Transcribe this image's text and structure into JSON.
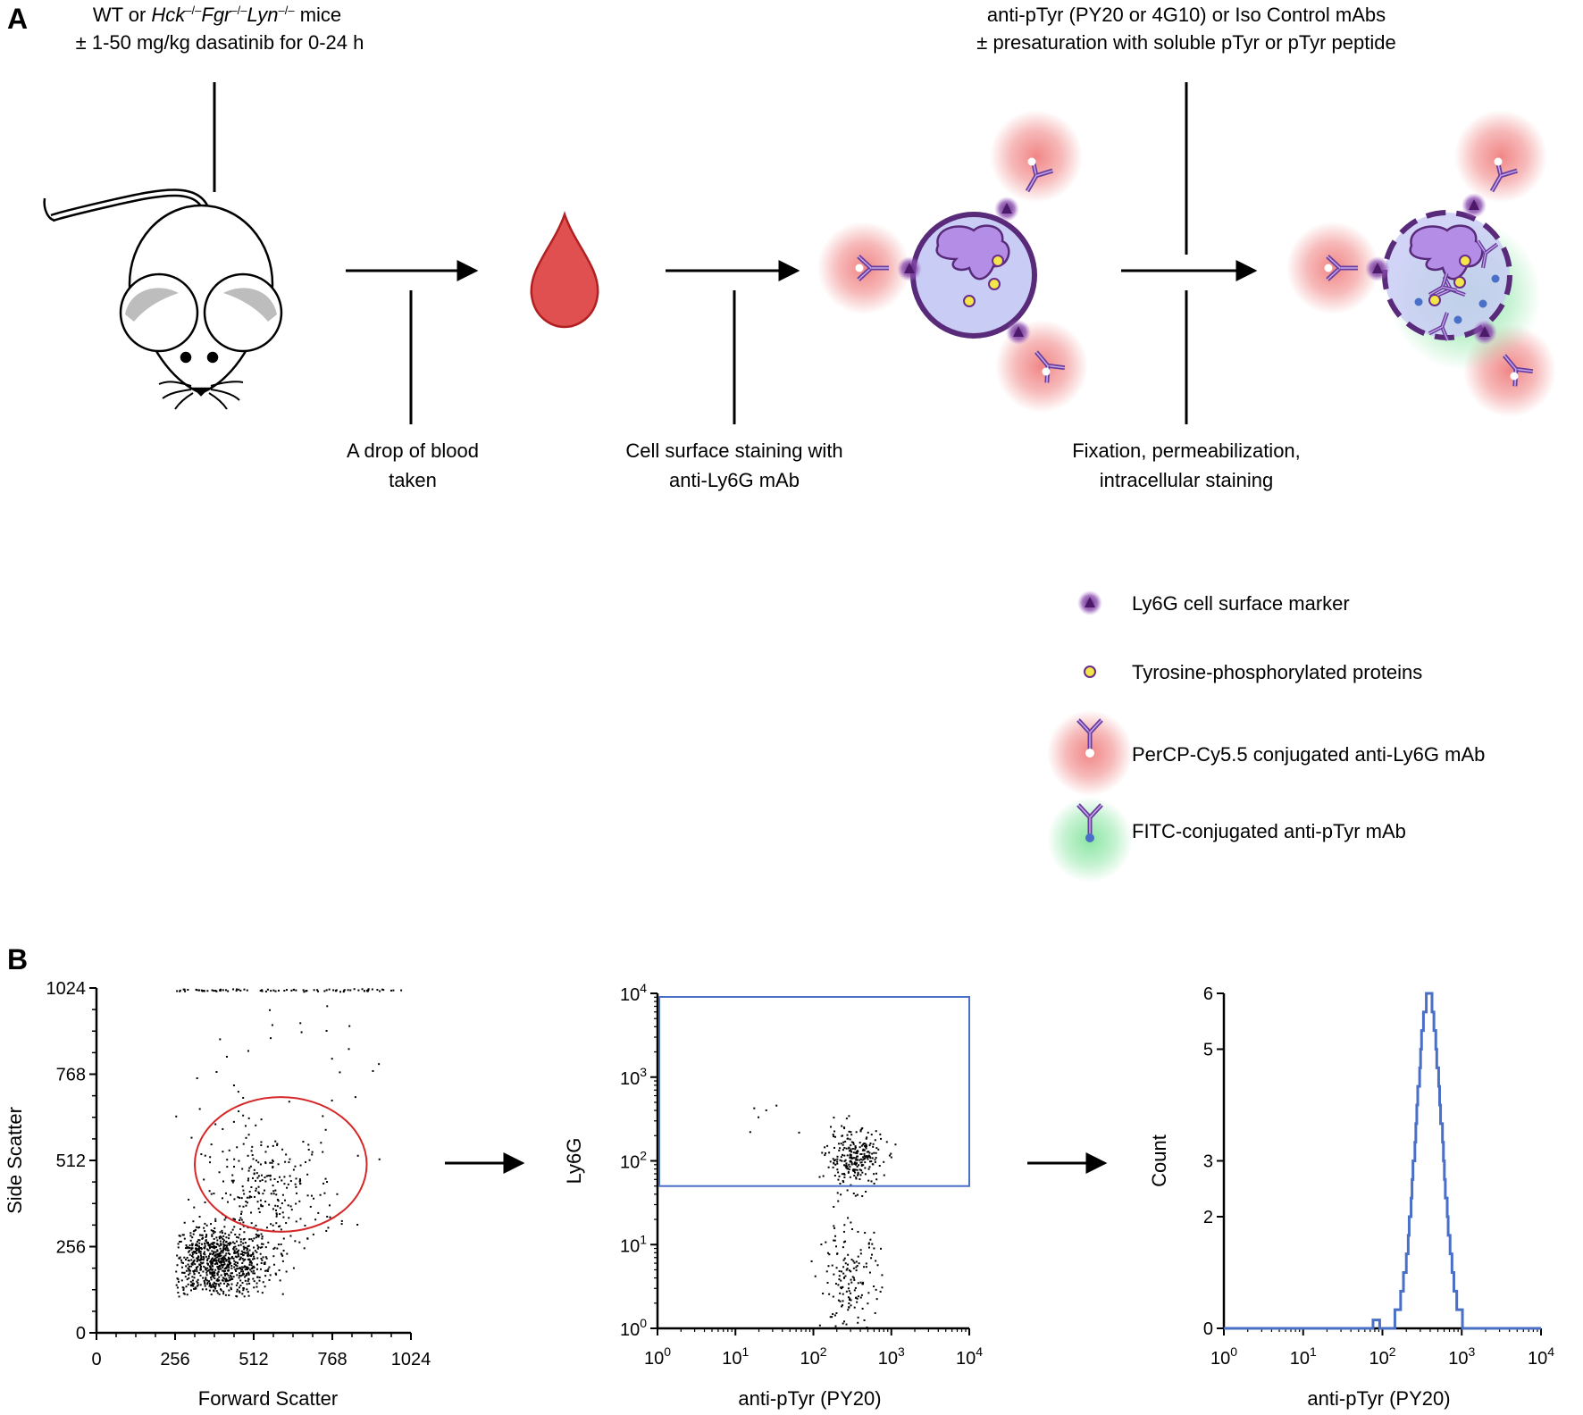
{
  "panels": {
    "a": "A",
    "b": "B"
  },
  "panel_a": {
    "mouse_label_line1_prefix": "WT or ",
    "mouse_label_hck": "Hck",
    "mouse_label_fgr": "Fgr",
    "mouse_label_lyn": "Lyn",
    "mouse_label_ko_sup": "–/–",
    "mouse_label_line1_suffix": " mice",
    "mouse_label_line2": "± 1-50 mg/kg dasatinib for 0-24 h",
    "step1_line1": "A drop of blood",
    "step1_line2": "taken",
    "step2_line1": "Cell surface staining with",
    "step2_line2": "anti-Ly6G mAb",
    "step3_top_line1": "anti-pTyr (PY20 or 4G10) or Iso Control mAbs",
    "step3_top_line2": "± presaturation with soluble pTyr or pTyr peptide",
    "step3_bottom_line1": "Fixation, permeabilization,",
    "step3_bottom_line2": "intracellular staining",
    "legend": [
      {
        "icon": "ly6g-marker-icon",
        "label": "Ly6G cell surface marker"
      },
      {
        "icon": "ptyr-protein-icon",
        "label": "Tyrosine-phosphorylated proteins"
      },
      {
        "icon": "percp-antibody-icon",
        "label": "PerCP-Cy5.5 conjugated anti-Ly6G mAb"
      },
      {
        "icon": "fitc-antibody-icon",
        "label": "FITC-conjugated anti-pTyr mAb"
      }
    ],
    "colors": {
      "cell_fill": "#c9cdf5",
      "cell_border": "#5a2a7a",
      "nucleus": "#b48ee6",
      "ly6g": "#6a2d8a",
      "percp_glow": "#f08080",
      "fitc_glow": "#7fe39a",
      "protein": "#f2e64a",
      "blood": "#e05050"
    }
  },
  "chart_data": [
    {
      "type": "scatter",
      "xlabel": "Forward Scatter",
      "ylabel": "Side Scatter",
      "xlim": [
        0,
        1024
      ],
      "ylim": [
        0,
        1024
      ],
      "xticks": [
        "0",
        "256",
        "512",
        "768",
        "1024"
      ],
      "yticks": [
        "0",
        "256",
        "512",
        "768",
        "1024"
      ],
      "gate": {
        "shape": "ellipse",
        "center": [
          600,
          500
        ],
        "radius_x": 280,
        "radius_y": 200,
        "color": "#d62728"
      },
      "populations": [
        {
          "center": [
            390,
            210
          ],
          "spread": [
            90,
            55
          ],
          "n": 900
        },
        {
          "center": [
            560,
            420
          ],
          "spread": [
            110,
            90
          ],
          "n": 260
        },
        {
          "center": [
            520,
            740
          ],
          "spread": [
            200,
            160
          ],
          "n": 40
        },
        {
          "band_y": 1020,
          "x_range": [
            256,
            1000
          ],
          "n": 90
        }
      ]
    },
    {
      "type": "scatter",
      "xlabel": "anti-pTyr (PY20)",
      "ylabel": "Ly6G",
      "xscale": "log",
      "yscale": "log",
      "xlim": [
        1,
        10000
      ],
      "ylim": [
        1,
        10000
      ],
      "xticks": [
        "10^0",
        "10^1",
        "10^2",
        "10^3",
        "10^4"
      ],
      "yticks": [
        "10^0",
        "10^1",
        "10^2",
        "10^3",
        "10^4"
      ],
      "gate": {
        "shape": "rectangle",
        "x": [
          1,
          10000
        ],
        "y": [
          50,
          10000
        ],
        "color": "#4a6fc7"
      },
      "populations": [
        {
          "center": [
            330,
            110
          ],
          "spread_log": [
            0.18,
            0.17
          ],
          "n": 260
        },
        {
          "center": [
            280,
            3.5
          ],
          "spread_log": [
            0.2,
            0.35
          ],
          "n": 170
        },
        {
          "center": [
            30,
            300
          ],
          "spread_log": [
            0.3,
            0.15
          ],
          "n": 6
        }
      ]
    },
    {
      "type": "line",
      "xlabel": "anti-pTyr (PY20)",
      "ylabel": "Count",
      "xscale": "log",
      "xlim": [
        1,
        10000
      ],
      "ylim": [
        0,
        6
      ],
      "xticks": [
        "10^0",
        "10^1",
        "10^2",
        "10^3",
        "10^4"
      ],
      "yticks": [
        "0",
        "2",
        "3",
        "5",
        "6"
      ],
      "color": "#4a6fc7",
      "peak_x": 380,
      "peak_y": 6,
      "x_range": [
        70,
        1300
      ]
    }
  ]
}
